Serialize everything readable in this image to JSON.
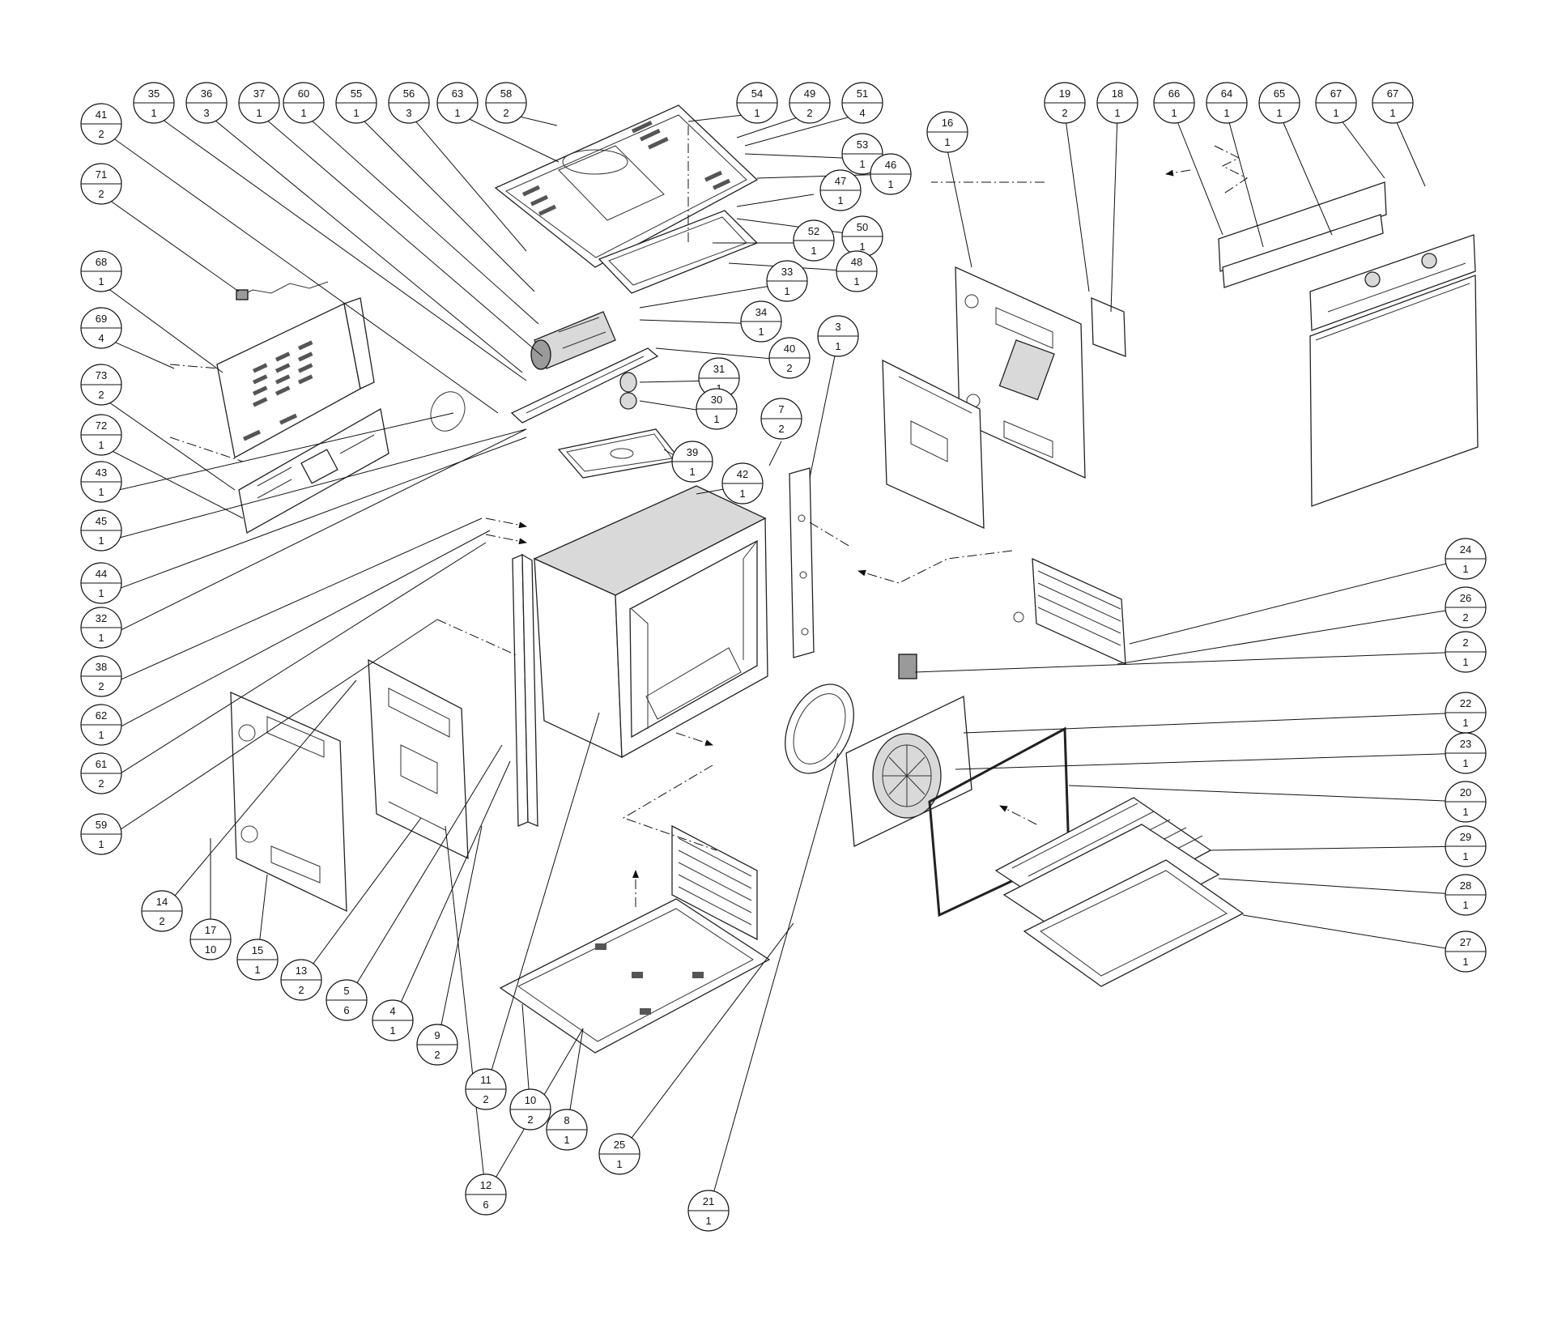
{
  "balloons": [
    {
      "id": "35",
      "qty": "1"
    },
    {
      "id": "36",
      "qty": "3"
    },
    {
      "id": "37",
      "qty": "1"
    },
    {
      "id": "60",
      "qty": "1"
    },
    {
      "id": "55",
      "qty": "1"
    },
    {
      "id": "56",
      "qty": "3"
    },
    {
      "id": "63",
      "qty": "1"
    },
    {
      "id": "58",
      "qty": "2"
    },
    {
      "id": "54",
      "qty": "1"
    },
    {
      "id": "49",
      "qty": "2"
    },
    {
      "id": "51",
      "qty": "4"
    },
    {
      "id": "53",
      "qty": "1"
    },
    {
      "id": "46",
      "qty": "1"
    },
    {
      "id": "47",
      "qty": "1"
    },
    {
      "id": "50",
      "qty": "1"
    },
    {
      "id": "52",
      "qty": "1"
    },
    {
      "id": "48",
      "qty": "1"
    },
    {
      "id": "33",
      "qty": "1"
    },
    {
      "id": "34",
      "qty": "1"
    },
    {
      "id": "40",
      "qty": "2"
    },
    {
      "id": "31",
      "qty": "1"
    },
    {
      "id": "30",
      "qty": "1"
    },
    {
      "id": "39",
      "qty": "1"
    },
    {
      "id": "42",
      "qty": "1"
    },
    {
      "id": "3",
      "qty": "1"
    },
    {
      "id": "7",
      "qty": "2"
    },
    {
      "id": "16",
      "qty": "1"
    },
    {
      "id": "19",
      "qty": "2"
    },
    {
      "id": "18",
      "qty": "1"
    },
    {
      "id": "66",
      "qty": "1"
    },
    {
      "id": "64",
      "qty": "1"
    },
    {
      "id": "65",
      "qty": "1"
    },
    {
      "id": "67",
      "qty": "1"
    },
    {
      "id": "67",
      "qty": "1"
    },
    {
      "id": "41",
      "qty": "2"
    },
    {
      "id": "71",
      "qty": "2"
    },
    {
      "id": "68",
      "qty": "1"
    },
    {
      "id": "69",
      "qty": "4"
    },
    {
      "id": "73",
      "qty": "2"
    },
    {
      "id": "72",
      "qty": "1"
    },
    {
      "id": "43",
      "qty": "1"
    },
    {
      "id": "45",
      "qty": "1"
    },
    {
      "id": "44",
      "qty": "1"
    },
    {
      "id": "32",
      "qty": "1"
    },
    {
      "id": "38",
      "qty": "2"
    },
    {
      "id": "62",
      "qty": "1"
    },
    {
      "id": "61",
      "qty": "2"
    },
    {
      "id": "59",
      "qty": "1"
    },
    {
      "id": "14",
      "qty": "2"
    },
    {
      "id": "17",
      "qty": "10"
    },
    {
      "id": "15",
      "qty": "1"
    },
    {
      "id": "13",
      "qty": "2"
    },
    {
      "id": "5",
      "qty": "6"
    },
    {
      "id": "4",
      "qty": "1"
    },
    {
      "id": "9",
      "qty": "2"
    },
    {
      "id": "11",
      "qty": "2"
    },
    {
      "id": "10",
      "qty": "2"
    },
    {
      "id": "8",
      "qty": "1"
    },
    {
      "id": "12",
      "qty": "6"
    },
    {
      "id": "25",
      "qty": "1"
    },
    {
      "id": "21",
      "qty": "1"
    },
    {
      "id": "24",
      "qty": "1"
    },
    {
      "id": "26",
      "qty": "2"
    },
    {
      "id": "2",
      "qty": "1"
    },
    {
      "id": "22",
      "qty": "1"
    },
    {
      "id": "23",
      "qty": "1"
    },
    {
      "id": "20",
      "qty": "1"
    },
    {
      "id": "29",
      "qty": "1"
    },
    {
      "id": "28",
      "qty": "1"
    },
    {
      "id": "27",
      "qty": "1"
    }
  ]
}
